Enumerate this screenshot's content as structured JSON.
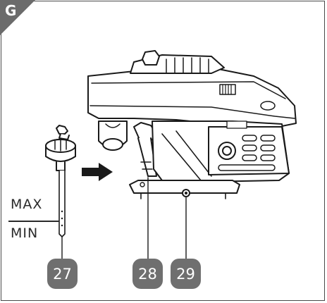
{
  "figure": {
    "panel_letter": "G",
    "dipstick_levels": {
      "max": "MAX",
      "min": "MIN"
    },
    "callouts": [
      "27",
      "28",
      "29"
    ],
    "colors": {
      "tab": "#6b6b6b",
      "callout": "#6f6f6f",
      "line": "#1a1a1a"
    }
  }
}
